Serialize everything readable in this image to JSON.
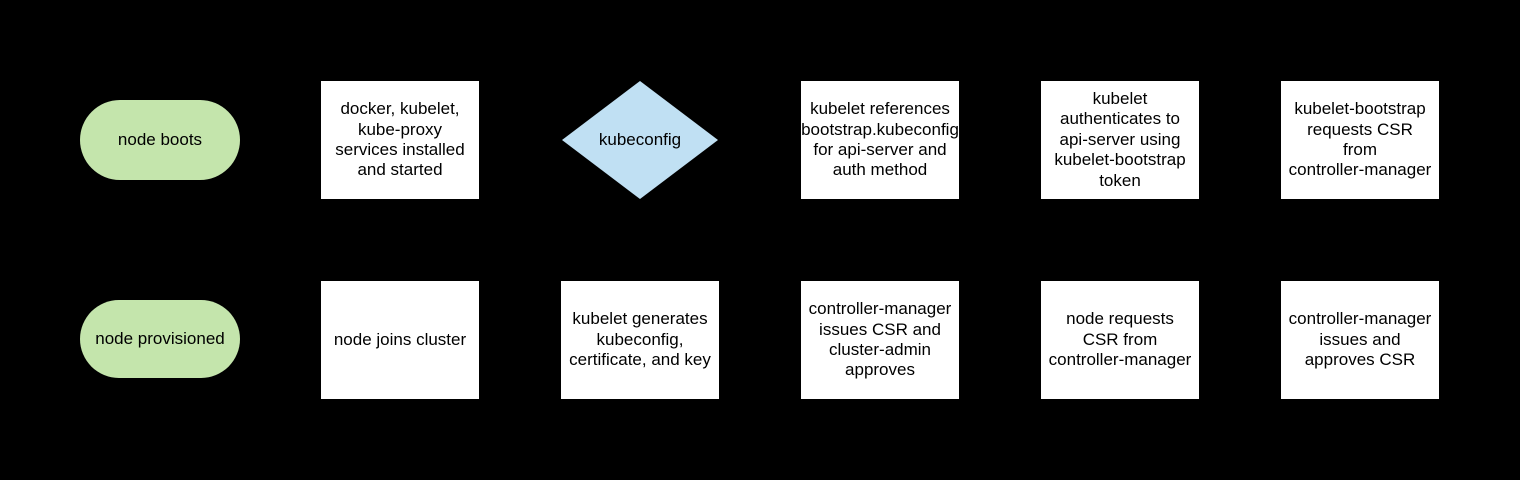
{
  "diagram": {
    "description": "kubernetes node bootstrap flowchart",
    "background_color": "#000000",
    "colors": {
      "terminator_fill": "#c4e5ac",
      "decision_fill": "#c0e0f3",
      "process_fill": "#ffffff",
      "text": "#000000"
    },
    "nodes": [
      {
        "id": "node-boots",
        "type": "terminator",
        "label": "node boots"
      },
      {
        "id": "services-installed",
        "type": "process",
        "label": "docker, kubelet,\nkube-proxy\nservices installed\nand started"
      },
      {
        "id": "kubeconfig-decision",
        "type": "decision",
        "label": "kubeconfig"
      },
      {
        "id": "kubelet-references-bootstrap",
        "type": "process",
        "label": "kubelet references\nbootstrap.kubeconfig\nfor api-server and\nauth method"
      },
      {
        "id": "kubelet-authenticates",
        "type": "process",
        "label": "kubelet\nauthenticates to\napi-server using\nkubelet-bootstrap\ntoken"
      },
      {
        "id": "kubelet-bootstrap-requests-csr",
        "type": "process",
        "label": "kubelet-bootstrap\nrequests CSR\nfrom\ncontroller-manager"
      },
      {
        "id": "node-provisioned",
        "type": "terminator",
        "label": "node provisioned"
      },
      {
        "id": "node-joins-cluster",
        "type": "process",
        "label": "node joins cluster"
      },
      {
        "id": "kubelet-generates-kubeconfig",
        "type": "process",
        "label": "kubelet generates\nkubeconfig,\ncertificate, and key"
      },
      {
        "id": "controller-manager-issues-csr-cluster-admin-approves",
        "type": "process",
        "label": "controller-manager\nissues CSR and\ncluster-admin\napproves"
      },
      {
        "id": "node-requests-csr",
        "type": "process",
        "label": "node requests\nCSR from\ncontroller-manager"
      },
      {
        "id": "controller-manager-issues-approves-csr",
        "type": "process",
        "label": "controller-manager\nissues and\napproves CSR"
      }
    ]
  }
}
